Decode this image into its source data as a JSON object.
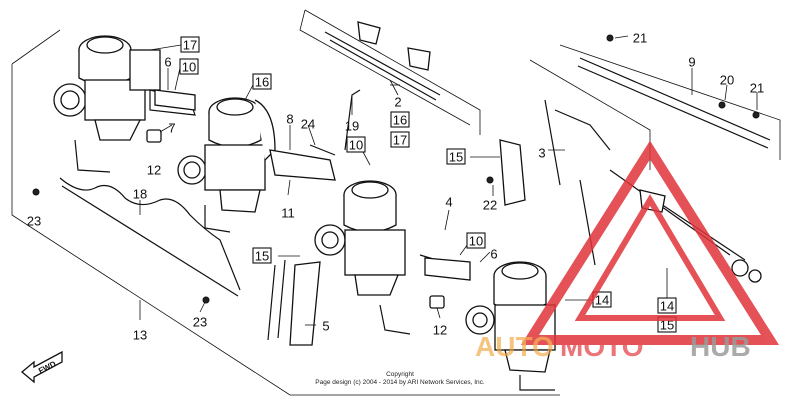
{
  "callouts": [
    {
      "id": "c17a",
      "text": "17",
      "boxed": true
    },
    {
      "id": "c6a",
      "text": "6",
      "boxed": false
    },
    {
      "id": "c10a",
      "text": "10",
      "boxed": true
    },
    {
      "id": "c16a",
      "text": "16",
      "boxed": true
    },
    {
      "id": "c7",
      "text": "7",
      "boxed": false
    },
    {
      "id": "c12a",
      "text": "12",
      "boxed": false
    },
    {
      "id": "c18",
      "text": "18",
      "boxed": false
    },
    {
      "id": "c23a",
      "text": "23",
      "boxed": false
    },
    {
      "id": "c8",
      "text": "8",
      "boxed": false
    },
    {
      "id": "c24",
      "text": "24",
      "boxed": false
    },
    {
      "id": "c19",
      "text": "19",
      "boxed": false
    },
    {
      "id": "c2",
      "text": "2",
      "boxed": false
    },
    {
      "id": "c16b",
      "text": "16",
      "boxed": true
    },
    {
      "id": "c17b",
      "text": "17",
      "boxed": true
    },
    {
      "id": "c10b",
      "text": "10",
      "boxed": true
    },
    {
      "id": "c11",
      "text": "11",
      "boxed": false
    },
    {
      "id": "c15a",
      "text": "15",
      "boxed": true
    },
    {
      "id": "c13",
      "text": "13",
      "boxed": false
    },
    {
      "id": "c23b",
      "text": "23",
      "boxed": false
    },
    {
      "id": "c5",
      "text": "5",
      "boxed": false
    },
    {
      "id": "c12b",
      "text": "12",
      "boxed": false
    },
    {
      "id": "c4",
      "text": "4",
      "boxed": false
    },
    {
      "id": "c10c",
      "text": "10",
      "boxed": true
    },
    {
      "id": "c6b",
      "text": "6",
      "boxed": false
    },
    {
      "id": "c15b",
      "text": "15",
      "boxed": true
    },
    {
      "id": "c3",
      "text": "3",
      "boxed": false
    },
    {
      "id": "c22",
      "text": "22",
      "boxed": false
    },
    {
      "id": "c21a",
      "text": "21",
      "boxed": false
    },
    {
      "id": "c9",
      "text": "9",
      "boxed": false
    },
    {
      "id": "c20",
      "text": "20",
      "boxed": false
    },
    {
      "id": "c21b",
      "text": "21",
      "boxed": false
    },
    {
      "id": "c14a",
      "text": "14",
      "boxed": true
    },
    {
      "id": "c14b",
      "text": "14",
      "boxed": true
    },
    {
      "id": "c15c",
      "text": "15",
      "boxed": true
    }
  ],
  "fwd_label": "FWD",
  "copyright": {
    "line1": "Copyright",
    "line2": "Page design (c) 2004 - 2014 by ARI Network Services, Inc."
  },
  "watermark": {
    "brand": "AUTOMOTOHUB",
    "colors": {
      "red": "#e0343a",
      "orange": "#f2a33a",
      "gray": "#8a8a8a"
    }
  }
}
